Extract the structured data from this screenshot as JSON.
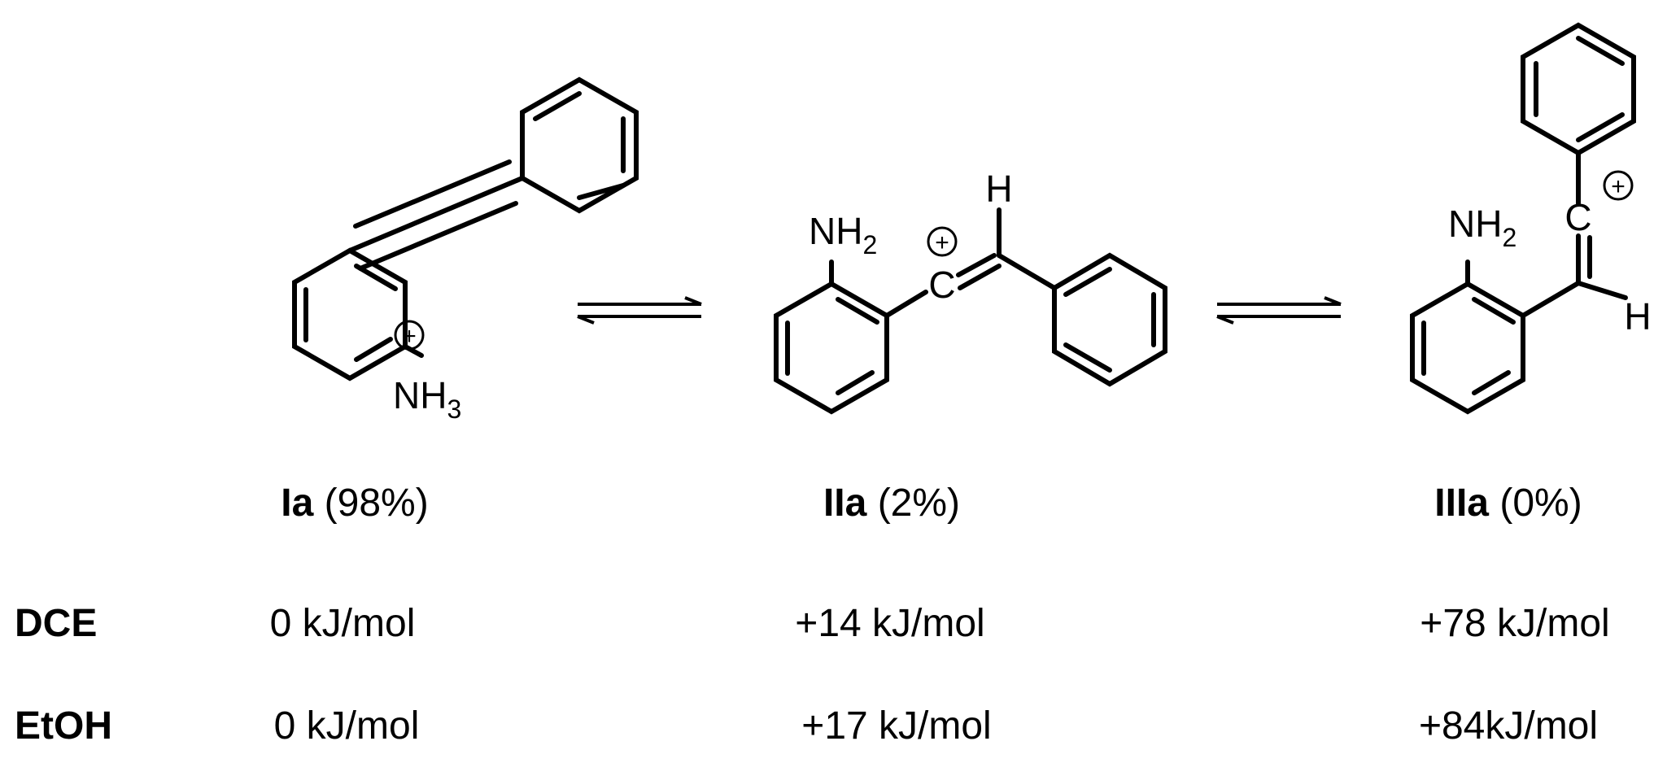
{
  "species": [
    {
      "id": "Ia",
      "label": "Ia",
      "population": "(98%)",
      "atoms": {
        "n": "NH",
        "n_sub": "3",
        "charge": "+"
      }
    },
    {
      "id": "IIa",
      "label": "IIa",
      "population": "(2%)",
      "atoms": {
        "n": "NH",
        "n_sub": "2",
        "c": "C",
        "h": "H",
        "charge": "+"
      }
    },
    {
      "id": "IIIa",
      "label": "IIIa",
      "population": "(0%)",
      "atoms": {
        "n": "NH",
        "n_sub": "2",
        "c": "C",
        "h": "H",
        "charge": "+"
      }
    }
  ],
  "arrows": [
    "equilibrium",
    "equilibrium"
  ],
  "energy_rows": [
    {
      "solvent": "DCE",
      "values": [
        "0 kJ/mol",
        "+14 kJ/mol",
        "+78 kJ/mol"
      ]
    },
    {
      "solvent": "EtOH",
      "values": [
        "0 kJ/mol",
        "+17 kJ/mol",
        "+84kJ/mol"
      ]
    }
  ]
}
